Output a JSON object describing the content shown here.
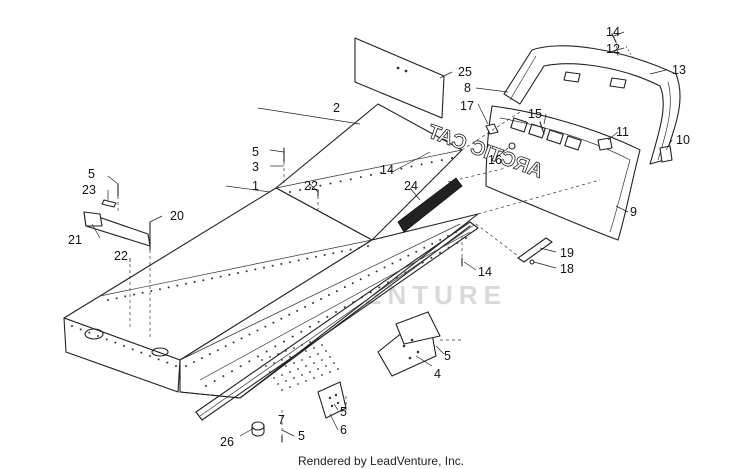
{
  "watermark": "LEADVENTURE",
  "footer": "Rendered by LeadVenture, Inc.",
  "callouts": {
    "c1": "1",
    "c2": "2",
    "c3": "3",
    "c4": "4",
    "c5a": "5",
    "c5b": "5",
    "c5c": "5",
    "c5d": "5",
    "c5e": "5",
    "c6": "6",
    "c7": "7",
    "c8": "8",
    "c9": "9",
    "c10": "10",
    "c11": "11",
    "c12": "12",
    "c13": "13",
    "c14a": "14",
    "c14b": "14",
    "c14c": "14",
    "c15": "15",
    "c16": "16",
    "c17": "17",
    "c18": "18",
    "c19": "19",
    "c20": "20",
    "c21": "21",
    "c22a": "22",
    "c22b": "22",
    "c23": "23",
    "c24": "24",
    "c25": "25",
    "c26": "26"
  },
  "badge_text": "ARCTIC CAT"
}
